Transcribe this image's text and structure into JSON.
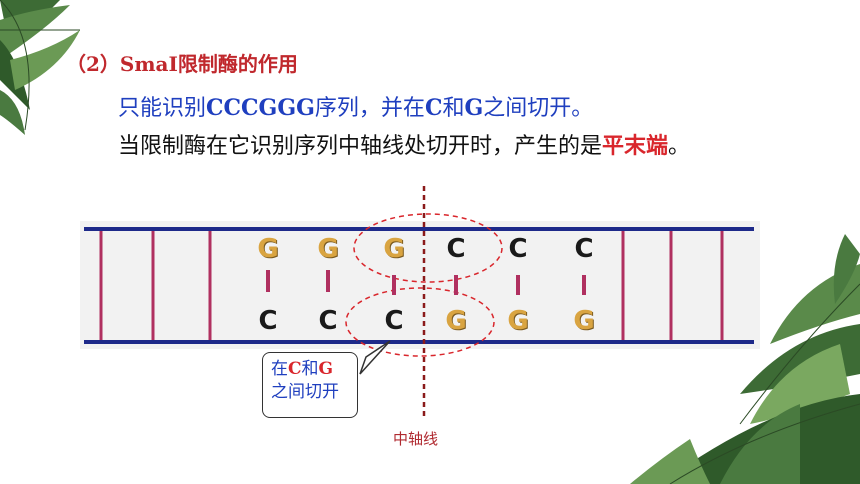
{
  "slide": {
    "heading_num": "（2）",
    "heading_rest": "SmaI限制酶的作用",
    "line1_a": "只能识别",
    "line1_b": "CCCGGG",
    "line1_c": "序列，并在",
    "line1_d": "C",
    "line1_e": "和",
    "line1_f": "G",
    "line1_g": "之间切开。",
    "line2_a": "当限制酶在它识别序列中轴线处切开时，产生的是",
    "line2_b": "平末端",
    "line2_c": "。"
  },
  "dna": {
    "top_bases": [
      "G",
      "G",
      "G",
      "C",
      "C",
      "C"
    ],
    "bottom_bases": [
      "C",
      "C",
      "C",
      "G",
      "G",
      "G"
    ]
  },
  "callout": {
    "part1": "在",
    "part2": "C",
    "part3": "和",
    "part4": "G",
    "line2": "之间切开"
  },
  "axis_label": "中轴线",
  "colors": {
    "red": "#d9262c",
    "blue": "#1f3fbf",
    "rung": "#b03060",
    "base_g": "#d9a441",
    "axis": "#8b1a1a"
  }
}
